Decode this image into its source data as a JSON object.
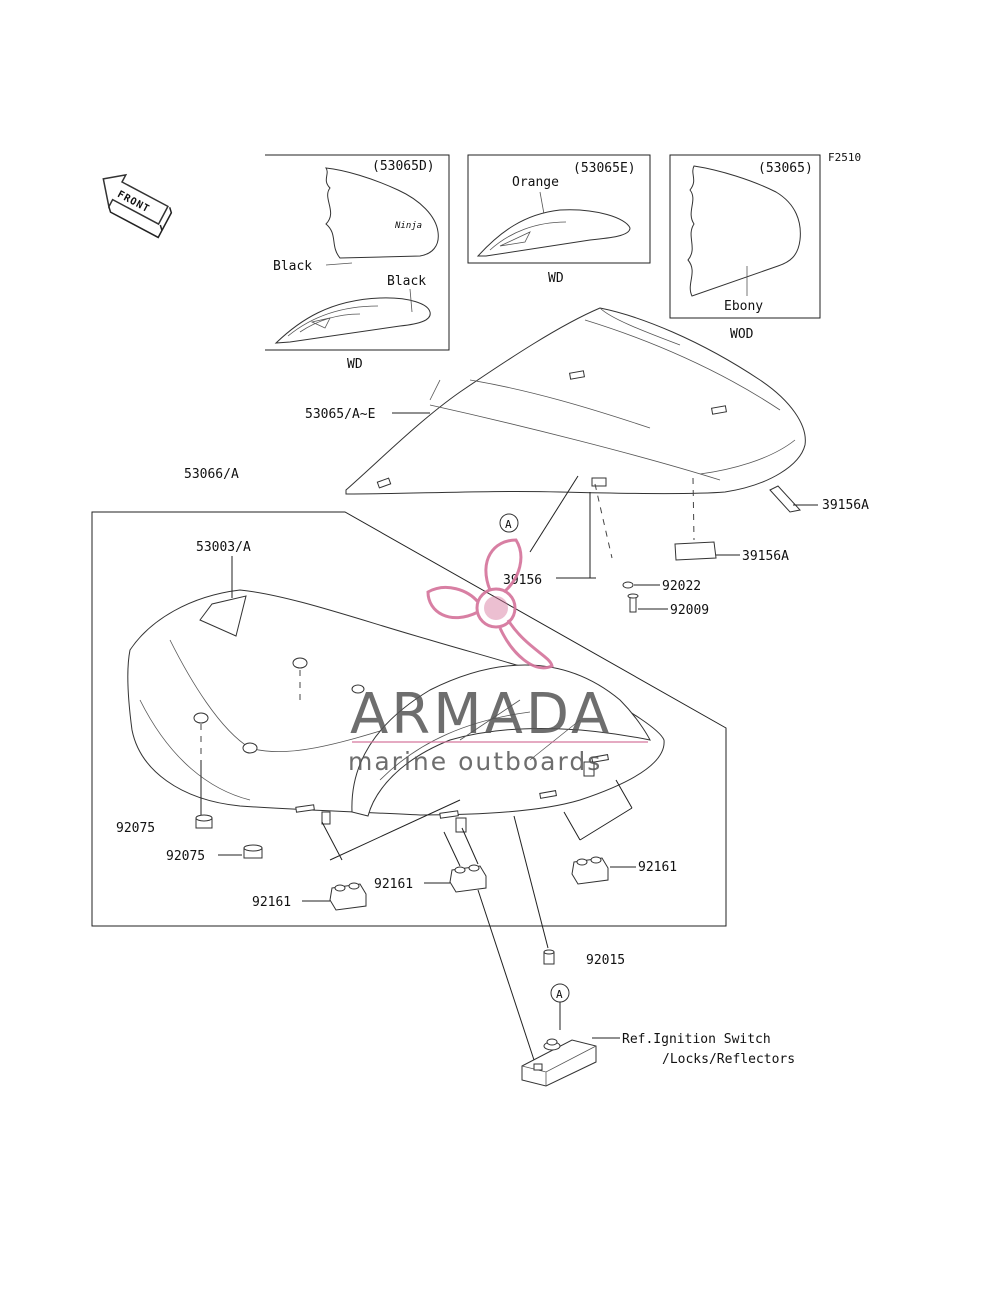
{
  "figure_code": "F2510",
  "front_label": "FRONT",
  "insets": [
    {
      "code": "(53065D)",
      "colors": [
        "Black",
        "Black"
      ],
      "caption": "WD"
    },
    {
      "code": "(53065E)",
      "colors": [
        "Orange"
      ],
      "caption": "WD"
    },
    {
      "code": "(53065)",
      "colors": [
        "Ebony"
      ],
      "caption": "WOD"
    }
  ],
  "callouts": {
    "seat_cover": "53065/A~E",
    "seat_assy": "53066/A",
    "seat_pad": "53003/A",
    "damper_1": "92075",
    "damper_2": "92075",
    "bracket_left": "92161",
    "bracket_center": "92161",
    "bracket_right": "92161",
    "collar": "92015",
    "washer": "92022",
    "bolt": "92009",
    "strap": "39156",
    "tag_top": "39156A",
    "tag_bottom": "39156A",
    "ref_line1": "Ref.Ignition Switch",
    "ref_line2": "/Locks/Reflectors"
  },
  "markers": [
    "A",
    "A"
  ],
  "watermark": {
    "name": "ARMADA",
    "tagline": "marine outboards",
    "color_text": "#555555",
    "color_logo": "#d4729a"
  }
}
